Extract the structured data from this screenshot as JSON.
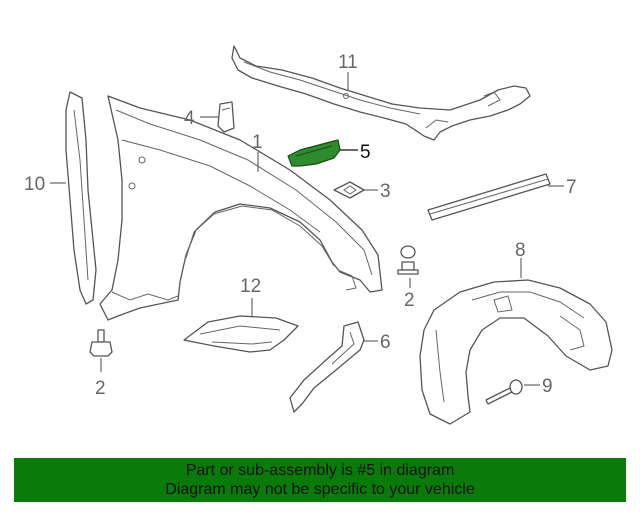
{
  "callouts": {
    "p1": "1",
    "p2a": "2",
    "p2b": "2",
    "p3": "3",
    "p4": "4",
    "p5": "5",
    "p6": "6",
    "p7": "7",
    "p8": "8",
    "p9": "9",
    "p10": "10",
    "p11": "11",
    "p12": "12"
  },
  "banner": {
    "line1": "Part or sub-assembly is #5 in diagram",
    "line2": "Diagram may not be specific to your vehicle"
  },
  "colors": {
    "banner_bg": "#0a7a0a",
    "highlight": "#2e8b2e",
    "line": "#555555"
  }
}
